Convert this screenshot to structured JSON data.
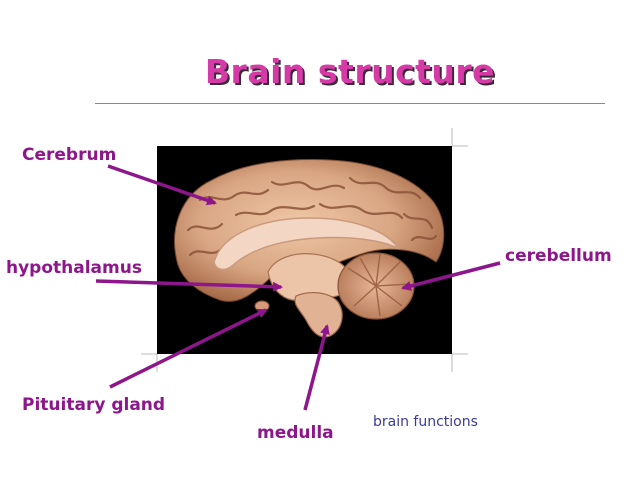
{
  "title": "Brain structure",
  "labels": {
    "cerebrum": "Cerebrum",
    "hypothalamus": "hypothalamus",
    "cerebellum": "cerebellum",
    "pituitary": "Pituitary gland",
    "medulla": "medulla"
  },
  "caption": "brain functions",
  "colors": {
    "title": "#d63aa6",
    "label": "#8e168c",
    "arrow": "#8e168c",
    "caption": "#3b3b9c",
    "photo_background": "#000000",
    "brain_tissue": "#d9a683"
  },
  "image": {
    "subject": "sagittal-brain-section-photo"
  }
}
